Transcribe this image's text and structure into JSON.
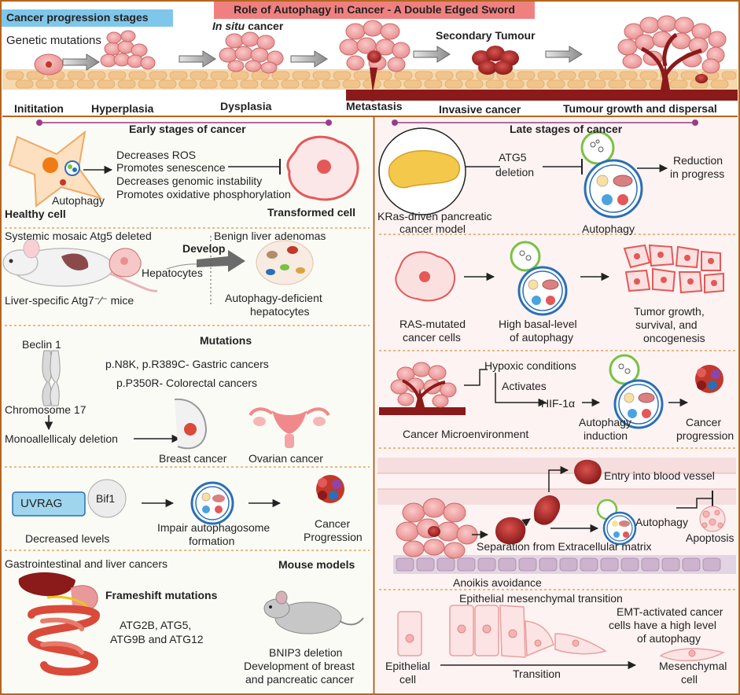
{
  "colors": {
    "frame": "#b5651d",
    "tag_blue": "#7fc7ea",
    "tag_red": "#f08080",
    "cell": "#f2a7a7",
    "cell_dark": "#c0392b",
    "vessel": "#8b1a1a",
    "left_bg": "#fbfbf6",
    "right_bg": "#fdf3f2",
    "divider": "#e8a15a",
    "purple": "#9c3b8a"
  },
  "header": {
    "progression_tag": "Cancer progression stages",
    "main_title": "Role of Autophagy in Cancer - A Double Edged Sword",
    "genetic_mutations": "Genetic mutations",
    "in_situ_em": "In situ",
    "in_situ_rest": " cancer",
    "secondary_tumour": "Secondary Tumour",
    "stages": [
      "Inititation",
      "Hyperplasia",
      "Dysplasia",
      "Metastasis",
      "Invasive cancer",
      "Tumour growth and dispersal"
    ],
    "early_stages": "Early stages of cancer",
    "late_stages": "Late stages of cancer"
  },
  "left": {
    "p1": {
      "effects": [
        "Decreases ROS",
        "Promotes senescence",
        "Decreases genomic instability",
        "Promotes oxidative phosphorylation"
      ],
      "autophagy": "Autophagy",
      "healthy_cell": "Healthy cell",
      "transformed_cell": "Transformed cell"
    },
    "p2": {
      "systemic": "Systemic mosaic Atg5 deleted",
      "benign": "Benign liver adenomas",
      "develop": "Develop",
      "hepatocytes": "Hepatocytes",
      "liver_specific": "Liver-specific Atg7⁻⁄⁻ mice",
      "deficient_1": "Autophagy-deficient",
      "deficient_2": "hepatocytes"
    },
    "p3": {
      "beclin": "Beclin 1",
      "mutations": "Mutations",
      "gastric": "p.N8K, p.R389C- Gastric cancers",
      "colorectal": "p.P350R- Colorectal cancers",
      "chromosome": "Chromosome 17",
      "monoallelic": "Monoallellicaly deletion",
      "breast": "Breast cancer",
      "ovarian": "Ovarian cancer"
    },
    "p4": {
      "uvrag": "UVRAG",
      "bif1": "Bif1",
      "decreased": "Decreased levels",
      "impair_1": "Impair autophagosome",
      "impair_2": "formation",
      "cancer_1": "Cancer",
      "cancer_2": "Progression"
    },
    "p5": {
      "gi": "Gastrointestinal and liver cancers",
      "mouse_models": "Mouse models",
      "frameshift": "Frameshift mutations",
      "genes_1": "ATG2B, ATG5,",
      "genes_2": "ATG9B and ATG12",
      "bnip_1": "BNIP3  deletion",
      "bnip_2": "Development of breast",
      "bnip_3": "and pancreatic cancer"
    }
  },
  "right": {
    "p1": {
      "atg5_1": "ATG5",
      "atg5_2": "deletion",
      "reduction_1": "Reduction",
      "reduction_2": "in progress",
      "kras_1": "KRas-driven pancreatic",
      "kras_2": "cancer model",
      "autophagy": "Autophagy"
    },
    "p2": {
      "ras_1": "RAS-mutated",
      "ras_2": "cancer cells",
      "basal_1": "High basal-level",
      "basal_2": "of autophagy",
      "tumor_1": "Tumor growth,",
      "tumor_2": "survival, and",
      "tumor_3": "oncogenesis"
    },
    "p3": {
      "hypoxic": "Hypoxic conditions",
      "activates": "Activates",
      "hif": "HIF-1α",
      "micro": "Cancer Microenvironment",
      "induction_1": "Autophagy",
      "induction_2": "induction",
      "progression_1": "Cancer",
      "progression_2": "progression"
    },
    "p4": {
      "entry": "Entry into blood vessel",
      "autophagy": "Autophagy",
      "apoptosis": "Apoptosis",
      "separation": "Separation from Extracellular matrix",
      "anoikis": "Anoikis avoidance"
    },
    "p5": {
      "emt": "Epithelial mesenchymal transition",
      "emt_act_1": "EMT-activated cancer",
      "emt_act_2": "cells have a high level",
      "emt_act_3": "of autophagy",
      "epi_1": "Epithelial",
      "epi_2": "cell",
      "transition": "Transition",
      "mes_1": "Mesenchymal",
      "mes_2": "cell"
    }
  }
}
